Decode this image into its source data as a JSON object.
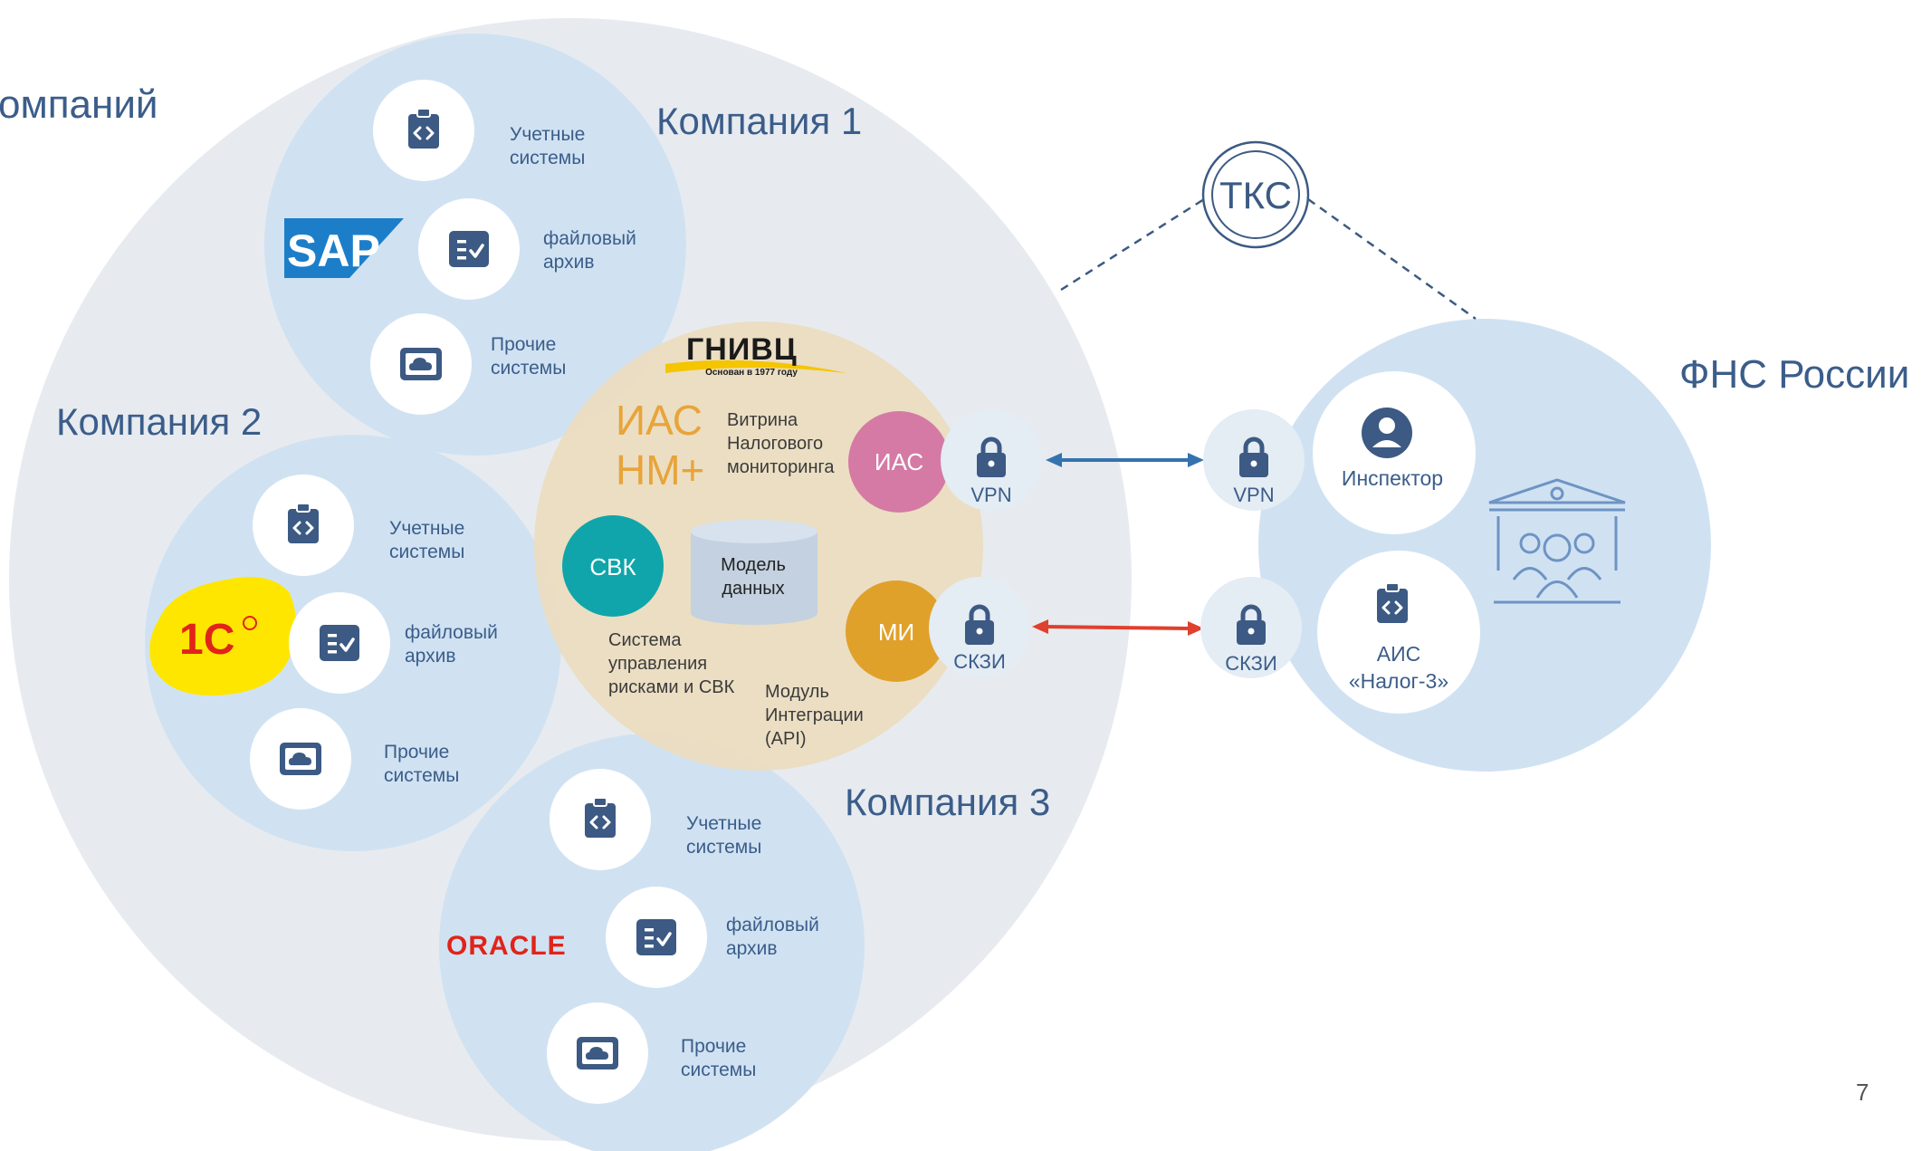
{
  "group_title_partial": "омпаний",
  "companies": [
    {
      "title": "Компания 1",
      "logo": "SAP",
      "items": [
        {
          "icon": "code-clipboard-icon",
          "label": [
            "Учетные",
            "системы"
          ]
        },
        {
          "icon": "checklist-icon",
          "label": [
            "файловый",
            "архив"
          ]
        },
        {
          "icon": "cloud-screen-icon",
          "label": [
            "Прочие",
            "системы"
          ]
        }
      ]
    },
    {
      "title": "Компания 2",
      "logo": "1С",
      "items": [
        {
          "icon": "code-clipboard-icon",
          "label": [
            "Учетные",
            "системы"
          ]
        },
        {
          "icon": "checklist-icon",
          "label": [
            "файловый",
            "архив"
          ]
        },
        {
          "icon": "cloud-screen-icon",
          "label": [
            "Прочие",
            "системы"
          ]
        }
      ]
    },
    {
      "title": "Компания 3",
      "logo": "ORACLE",
      "items": [
        {
          "icon": "code-clipboard-icon",
          "label": [
            "Учетные",
            "системы"
          ]
        },
        {
          "icon": "checklist-icon",
          "label": [
            "файловый",
            "архив"
          ]
        },
        {
          "icon": "cloud-screen-icon",
          "label": [
            "Прочие",
            "системы"
          ]
        }
      ]
    }
  ],
  "center": {
    "org_logo_main": "ГНИВЦ",
    "org_logo_sub": "Основан в 1977 году",
    "product": [
      "ИАС",
      "НМ+"
    ],
    "vitrina": [
      "Витрина",
      "Налогового",
      "мониторинга"
    ],
    "ias_node": "ИАС",
    "mi_node": "МИ",
    "svk_node": "СВК",
    "model": [
      "Модель",
      "данных"
    ],
    "risk": [
      "Система",
      "управления",
      "рисками и СВК"
    ],
    "module": [
      "Модуль",
      "Интеграции",
      "(API)"
    ]
  },
  "channels": {
    "tks": "ТКС",
    "vpn": "VPN",
    "skzi": "СКЗИ"
  },
  "fns": {
    "title": "ФНС России",
    "inspector": "Инспектор",
    "ais": [
      "АИС",
      "«Налог-3»"
    ]
  },
  "page_number": "7",
  "colors": {
    "outer_circle": "#e7ebf0",
    "company_circle": "#d0e2f2",
    "center_circle": "#ecdcbf",
    "ias_pink": "#d47aa5",
    "mi_gold": "#e0a12a",
    "svk_teal": "#10a5aa",
    "icon_navy": "#3c5a83",
    "title_blue": "#3b5d8a",
    "arrow_blue": "#3572b0",
    "arrow_red": "#e0402e",
    "orange_text": "#e8a43a"
  }
}
